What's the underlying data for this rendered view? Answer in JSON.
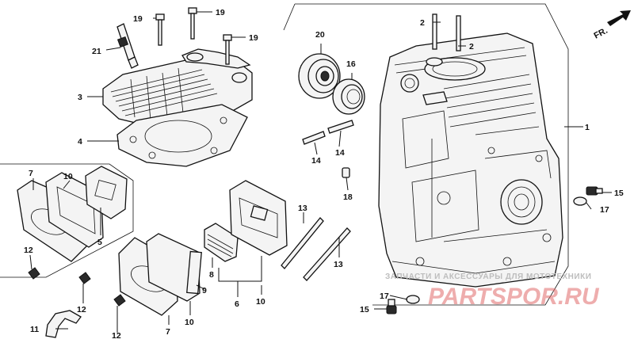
{
  "diagram": {
    "orientation_label": "FR.",
    "callouts": {
      "cylinder_block": "1",
      "stud_a": "2",
      "stud_b": "2",
      "cylinder_head": "3",
      "head_gasket": "4",
      "breather_cover_gasket": "5",
      "pushrod": "6",
      "breather_cover_outer": "7",
      "breather_cover_inner": "7",
      "breather_filter": "8",
      "breather_plate": "9",
      "breather_gasket_left": "10",
      "breather_gasket_mid": "10",
      "breather_gasket_low": "10",
      "breather_tube": "11",
      "bolt_left": "12",
      "bolt_mid": "12",
      "bolt_low": "12",
      "long_stud_a": "13",
      "long_stud_b": "13",
      "dowel_a": "14",
      "dowel_b": "14",
      "drain_bolt_right": "15",
      "drain_bolt_low": "15",
      "oil_seal": "16",
      "washer_right": "17",
      "washer_low": "17",
      "dowel_pin": "18",
      "head_bolt_a": "19",
      "head_bolt_b": "19",
      "head_bolt_c": "19",
      "bearing": "20",
      "spark_plug": "21"
    },
    "watermark": {
      "text": "ЗАПЧАСТИ И АКСЕССУАРЫ ДЛЯ МОТОТЕХНИКИ",
      "logo": "PARTSPOR.RU"
    }
  }
}
